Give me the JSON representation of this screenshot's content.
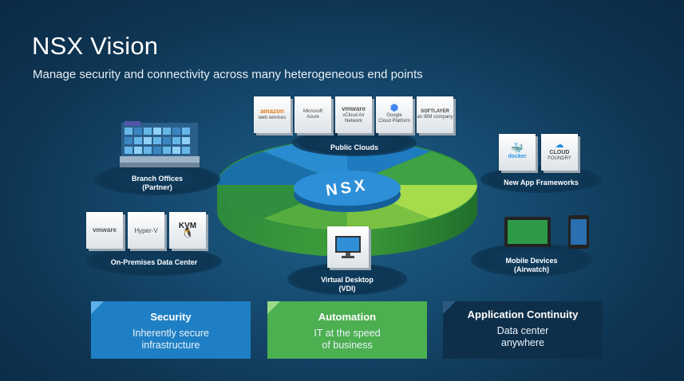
{
  "title": "NSX Vision",
  "subtitle": "Manage security and connectivity across many heterogeneous end points",
  "hub": {
    "label": "NSX"
  },
  "nodes": {
    "public_clouds": {
      "label": "Public Clouds",
      "tiles": [
        {
          "brand": "amazon",
          "sub": "web services"
        },
        {
          "brand": "Microsoft",
          "sub": "Azure"
        },
        {
          "brand": "vmware",
          "sub": "vCloud Air Network"
        },
        {
          "brand": "Google",
          "sub": "Cloud Platform"
        },
        {
          "brand": "SOFTLAYER",
          "sub": "an IBM company"
        }
      ]
    },
    "branch_offices": {
      "label_line1": "Branch Offices",
      "label_line2": "(Partner)"
    },
    "new_app_frameworks": {
      "label": "New App Frameworks",
      "tiles": [
        {
          "brand": "docker"
        },
        {
          "brand": "CLOUD",
          "sub": "FOUNDRY"
        }
      ]
    },
    "on_prem": {
      "label": "On-Premises Data Center",
      "tiles": [
        {
          "brand": "vmware"
        },
        {
          "brand": "Hyper-V"
        },
        {
          "brand": "KVM"
        }
      ]
    },
    "mobile": {
      "label_line1": "Mobile Devices",
      "label_line2": "(Airwatch)"
    },
    "vdi": {
      "label_line1": "Virtual Desktop",
      "label_line2": "(VDI)"
    }
  },
  "cards": [
    {
      "title": "Security",
      "line1": "Inherently secure",
      "line2": "infrastructure",
      "color": "#1e7fc4"
    },
    {
      "title": "Automation",
      "line1": "IT at the speed",
      "line2": "of business",
      "color": "#4caf50"
    },
    {
      "title": "Application Continuity",
      "line1": "Data center",
      "line2": "anywhere",
      "color": "#0e2f4a"
    }
  ],
  "colors": {
    "blue": "#1e7fc4",
    "green": "#4caf50",
    "lime": "#9bd84a",
    "navy": "#0e2f4a"
  }
}
